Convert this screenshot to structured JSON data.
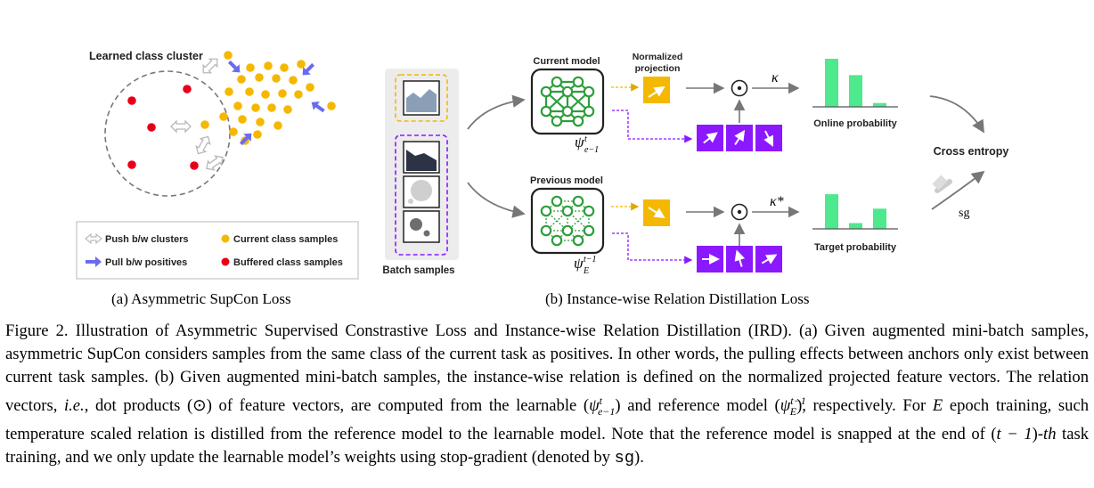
{
  "panel_a": {
    "cluster_label": "Learned class cluster",
    "legend": {
      "push": "Push b/w clusters",
      "pull": "Pull b/w positives",
      "current": "Current class samples",
      "buffered": "Buffered class samples"
    },
    "subcaption": "(a)  Asymmetric SupCon Loss"
  },
  "panel_b": {
    "batch_label": "Batch samples",
    "current_model": "Current model",
    "previous_model": "Previous model",
    "normalized_projection_1": "Normalized",
    "normalized_projection_2": "projection",
    "kappa": "κ",
    "kappa_star": "κ*",
    "psi_current": "ψ",
    "psi_current_sup": "t",
    "psi_current_sub": "e−1",
    "psi_prev": "ψ",
    "psi_prev_sup": "t−1",
    "psi_prev_sub": "E",
    "online_probability": "Online probability",
    "target_probability": "Target probability",
    "cross_entropy": "Cross entropy",
    "sg": "sg",
    "online_bars": [
      1.0,
      0.66,
      0.08
    ],
    "target_bars": [
      0.72,
      0.12,
      0.42
    ],
    "subcaption": "(b)  Instance-wise Relation Distillation Loss"
  },
  "caption": {
    "fig": "Figure 2.",
    "p1": " Illustration of Asymmetric Supervised Constrastive Loss and Instance-wise Relation Distillation (IRD). (a) Given augmented mini-batch samples, asymmetric SupCon considers samples from the same class of the current task as positives. In other words, the pulling effects between anchors only exist between current task samples. (b) Given augmented mini-batch samples, the instance-wise relation is defined on the normalized projected feature vectors. The relation vectors, ",
    "ie": "i.e.",
    "p2": ", dot products (⊙) of feature vectors, are computed from the learnable (",
    "p3": ") and reference model (",
    "p4": "), respectively. For ",
    "E": "E",
    "p5": " epoch training, such temperature scaled relation is distilled from the reference model to the learnable model. Note that the reference model is snapped at the end of (",
    "t1": "t − 1",
    "p6": ")-",
    "th": "th",
    "p7": " task training, and we only update the learnable model’s weights using stop-gradient (denoted by ",
    "sg": "sg",
    "p8": ")."
  },
  "colors": {
    "current": "#f5b800",
    "buffered": "#e8001b",
    "model_green": "#2e9e3c",
    "purple": "#8b18ff",
    "bar_green": "#4ee98c",
    "pull_arrow": "#6b6bf0"
  }
}
